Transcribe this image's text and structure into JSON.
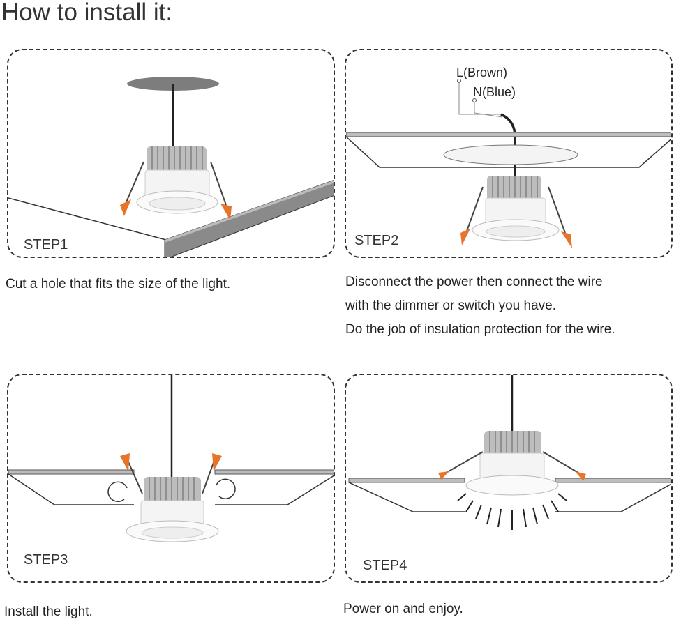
{
  "title": "How to install it:",
  "steps": [
    {
      "label": "STEP1",
      "lines": [
        "Cut a hole that fits the size of the light."
      ]
    },
    {
      "label": "STEP2",
      "wire_l": "L(Brown)",
      "wire_n": "N(Blue)",
      "lines": [
        "Disconnect the power then connect the wire",
        "with the dimmer or switch you have.",
        "Do the job of insulation protection for the wire."
      ]
    },
    {
      "label": "STEP3",
      "lines": [
        "Install the light."
      ]
    },
    {
      "label": "STEP4",
      "lines": [
        "Power on and enjoy."
      ]
    }
  ],
  "colors": {
    "clip": "#e8742a",
    "heatsink": "#b9b9b9",
    "cable": "#222222",
    "border": "#333333"
  }
}
